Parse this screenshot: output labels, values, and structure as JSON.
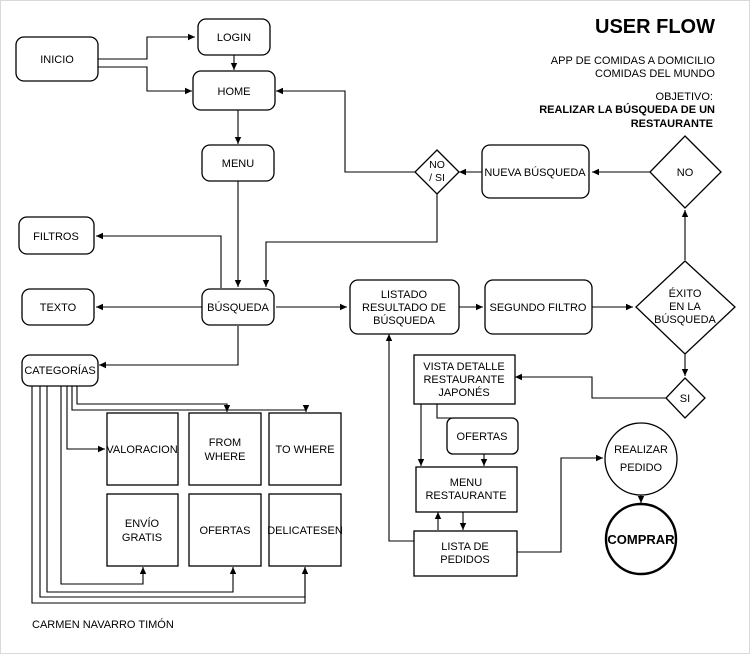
{
  "header": {
    "title": "USER FLOW",
    "app_line1": "APP  DE COMIDAS A DOMICILIO",
    "app_line2": "COMIDAS DEL MUNDO",
    "objective_label": "OBJETIVO:",
    "objective_line1": "REALIZAR LA BÚSQUEDA DE UN",
    "objective_line2": "RESTAURANTE"
  },
  "author": "CARMEN NAVARRO TIMÓN",
  "nodes": {
    "inicio": "INICIO",
    "login": "LOGIN",
    "home": "HOME",
    "menu": "MENU",
    "filtros": "FILTROS",
    "texto": "TEXTO",
    "busqueda": "BÚSQUEDA",
    "categorias": "CATEGORÍAS",
    "valoracion": "VALORACION",
    "from_where_1": "FROM",
    "from_where_2": "WHERE",
    "to_where": "TO WHERE",
    "envio_1": "ENVÍO",
    "envio_2": "GRATIS",
    "ofertas_cat": "OFERTAS",
    "delicatesen": "DELICATESEN",
    "listado_1": "LISTADO",
    "listado_2": "RESULTADO DE",
    "listado_3": "BÚSQUEDA",
    "segundo_filtro": "SEGUNDO FILTRO",
    "exito_1": "ÉXITO",
    "exito_2": "EN LA",
    "exito_3": "BÚSQUEDA",
    "no": "NO",
    "si": "SI",
    "nueva_busqueda": "NUEVA BÚSQUEDA",
    "no_si_1": "NO",
    "no_si_2": "/ SI",
    "vista_1": "VISTA DETALLE",
    "vista_2": "RESTAURANTE",
    "vista_3": "JAPONÉS",
    "ofertas_rest": "OFERTAS",
    "menu_rest_1": "MENU",
    "menu_rest_2": "RESTAURANTE",
    "lista_1": "LISTA DE",
    "lista_2": "PEDIDOS",
    "realizar_1": "REALIZAR",
    "realizar_2": "PEDIDO",
    "comprar": "COMPRAR"
  }
}
